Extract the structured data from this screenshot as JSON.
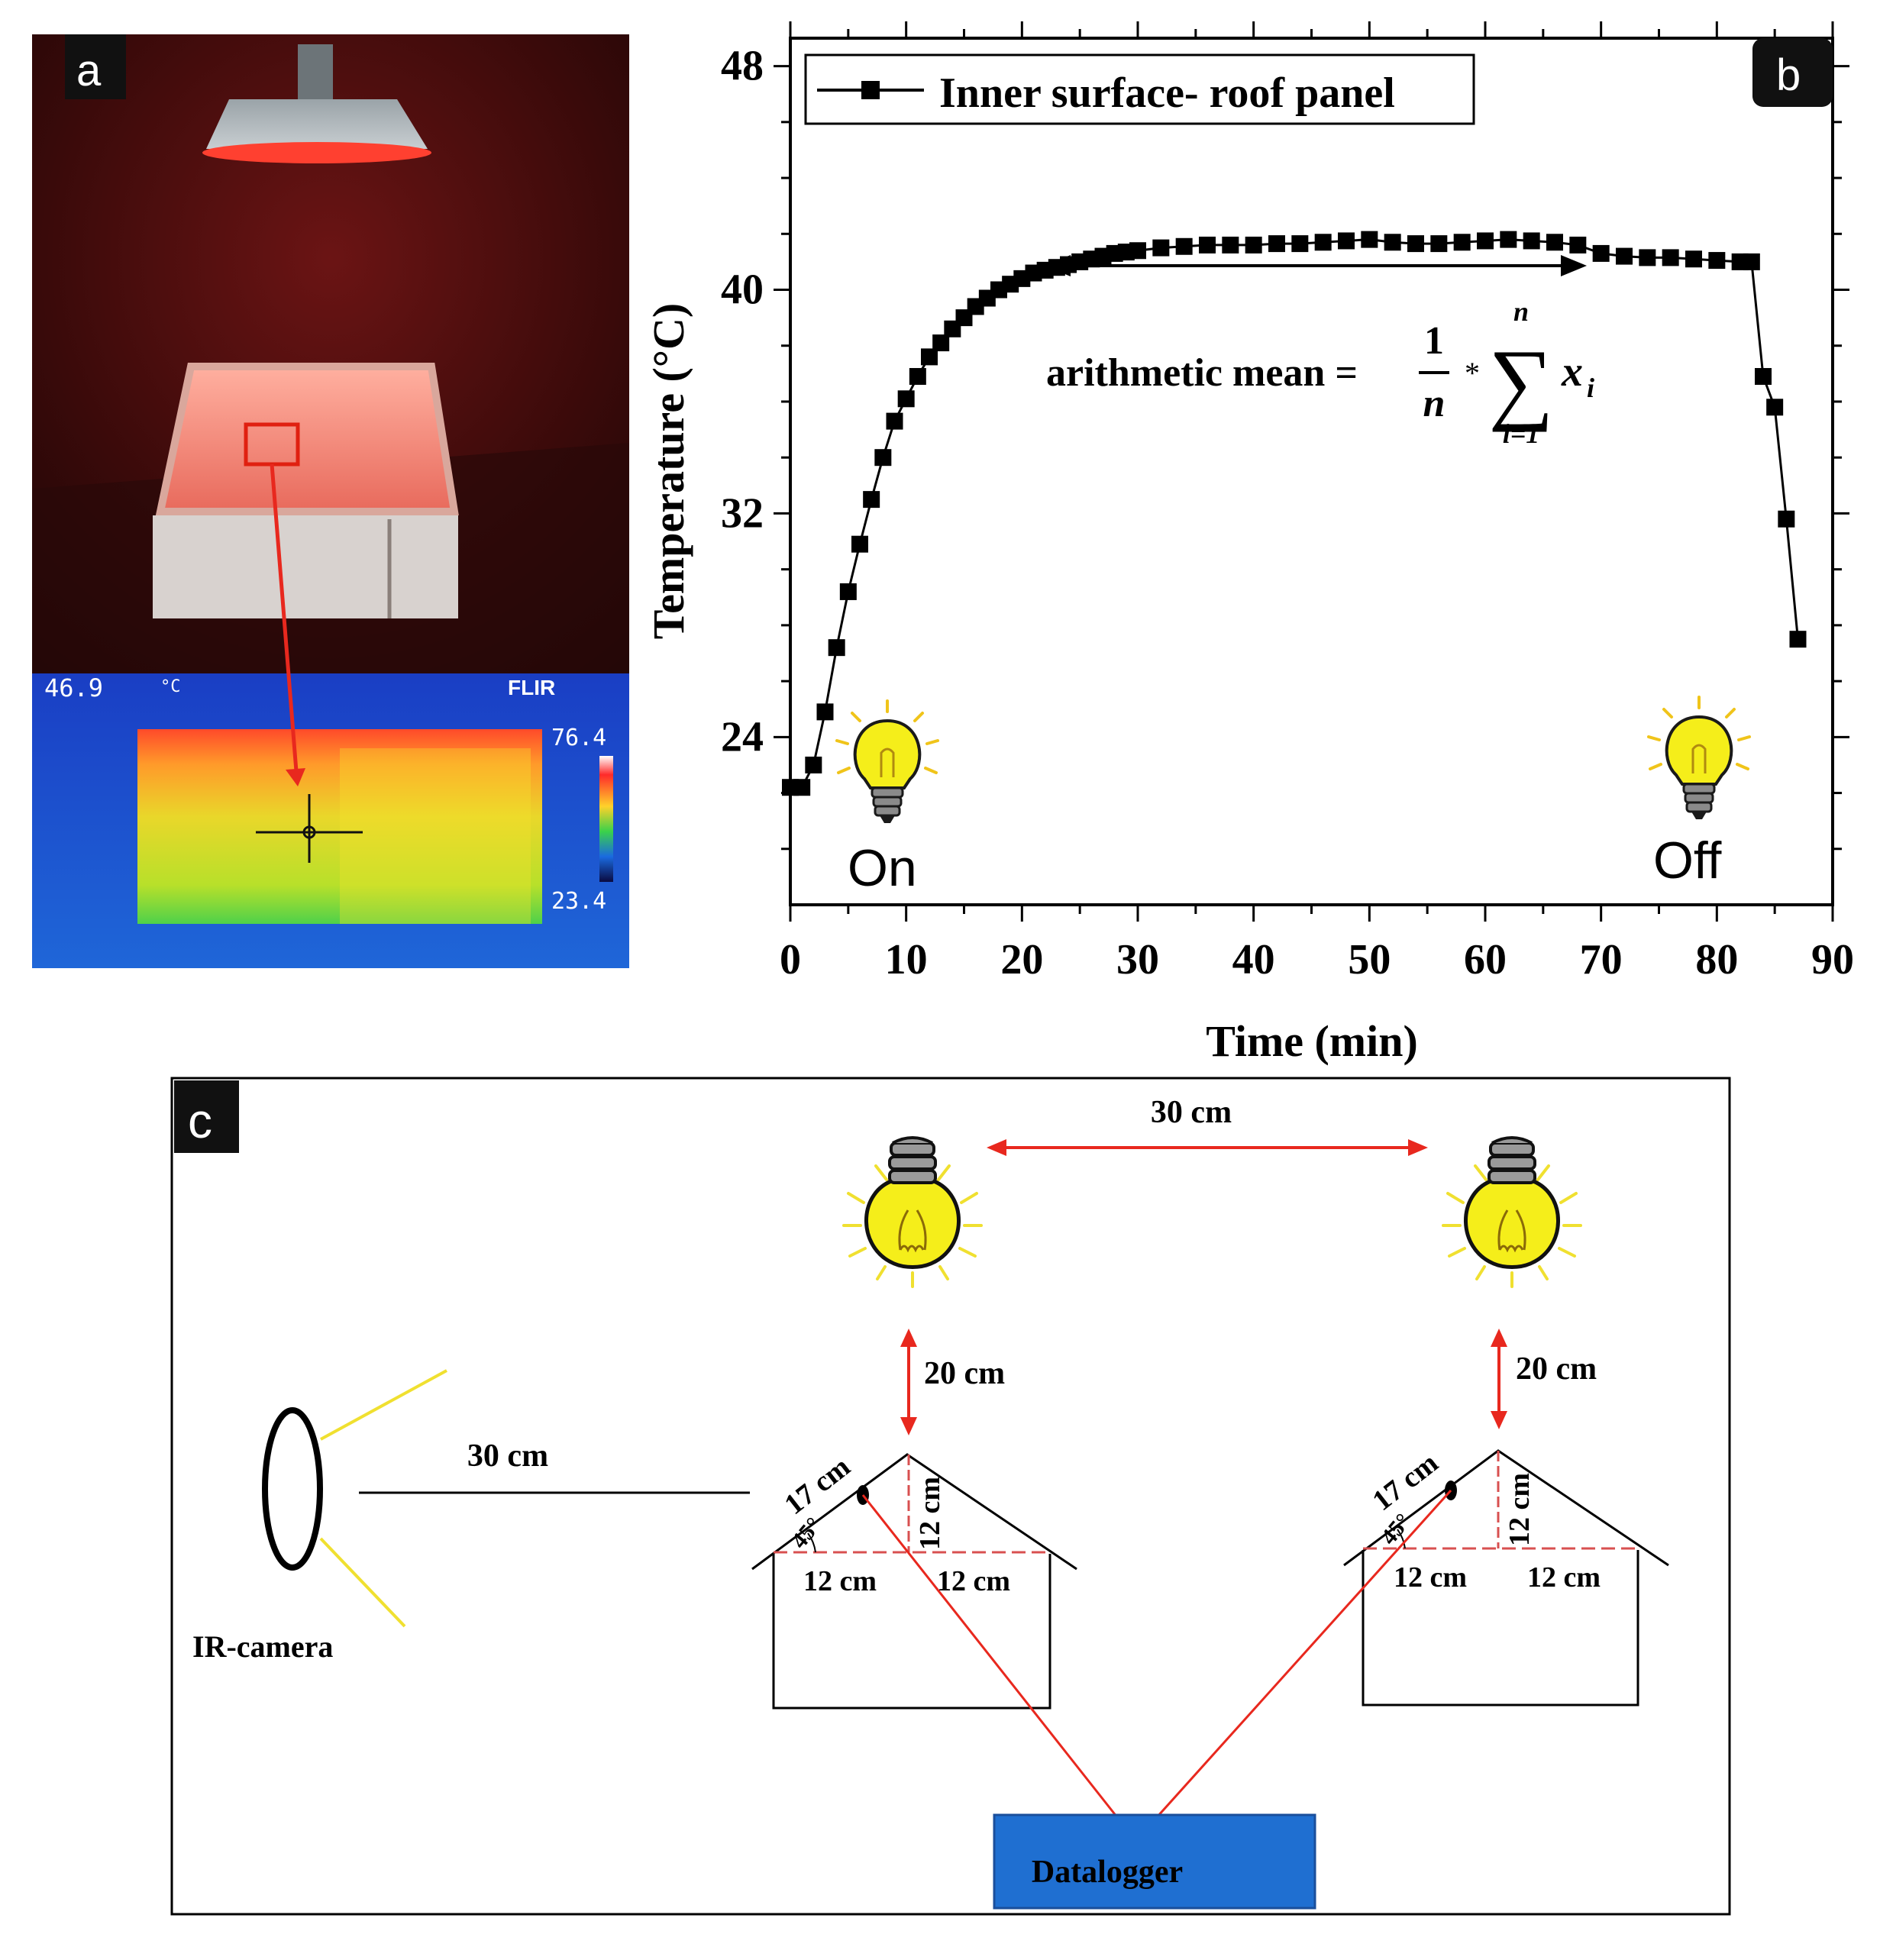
{
  "panels": {
    "a": "a",
    "b": "b",
    "c": "c"
  },
  "photo": {
    "thermal_readout": "46.9",
    "thermal_unit": "°C",
    "brand": "FLIR",
    "scale_max": "76.4",
    "scale_min": "23.4"
  },
  "lamp_labels": {
    "on": "On",
    "off": "Off"
  },
  "formula": {
    "text": "arithmetic mean =",
    "numerator": "1",
    "denominator": "n",
    "times": "*",
    "sigma": "∑",
    "upper": "n",
    "lower": "i=1",
    "var": "x",
    "sub": "i"
  },
  "chart_data": {
    "type": "line",
    "xlabel": "Time (min)",
    "ylabel": "Temperature (°C)",
    "xlim": [
      0,
      90
    ],
    "ylim": [
      18,
      49
    ],
    "x_ticks": [
      0,
      10,
      20,
      30,
      40,
      50,
      60,
      70,
      80,
      90
    ],
    "y_ticks": [
      24,
      32,
      40,
      48
    ],
    "legend_position": "top-left",
    "series": [
      {
        "name": "Inner surface- roof panel",
        "marker": "square",
        "color": "#000000",
        "x": [
          0,
          1,
          2,
          3,
          4,
          5,
          6,
          7,
          8,
          9,
          10,
          11,
          12,
          13,
          14,
          15,
          16,
          17,
          18,
          19,
          20,
          21,
          22,
          23,
          24,
          25,
          26,
          27,
          28,
          29,
          30,
          32,
          34,
          36,
          38,
          40,
          42,
          44,
          46,
          48,
          50,
          52,
          54,
          56,
          58,
          60,
          62,
          64,
          66,
          68,
          70,
          72,
          74,
          76,
          78,
          80,
          82,
          83,
          84,
          85,
          86,
          87
        ],
        "y": [
          22.2,
          22.2,
          23.0,
          24.9,
          27.2,
          29.2,
          30.9,
          32.5,
          34.0,
          35.3,
          36.1,
          36.9,
          37.6,
          38.1,
          38.6,
          39.0,
          39.4,
          39.7,
          40.0,
          40.2,
          40.4,
          40.6,
          40.7,
          40.8,
          40.9,
          41.0,
          41.1,
          41.2,
          41.3,
          41.35,
          41.4,
          41.5,
          41.55,
          41.6,
          41.6,
          41.6,
          41.65,
          41.65,
          41.7,
          41.75,
          41.8,
          41.7,
          41.65,
          41.65,
          41.7,
          41.75,
          41.8,
          41.75,
          41.7,
          41.6,
          41.3,
          41.2,
          41.15,
          41.15,
          41.1,
          41.05,
          41.0,
          41.0,
          36.9,
          35.8,
          31.8,
          27.5
        ]
      }
    ]
  },
  "diagram": {
    "lamp_spacing": "30 cm",
    "lamp_height_left": "20 cm",
    "lamp_height_right": "20 cm",
    "camera_distance": "30 cm",
    "camera_label": "IR-camera",
    "roof_slope": "17 cm",
    "angle": "45°",
    "ridge_height": "12 cm",
    "half_width_left": "12 cm",
    "half_width_right": "12 cm",
    "logger": "Datalogger"
  },
  "colors": {
    "accent_red": "#e8281e",
    "logger_blue": "#1f6fd1",
    "bulb_yellow": "#f5ee1a"
  }
}
